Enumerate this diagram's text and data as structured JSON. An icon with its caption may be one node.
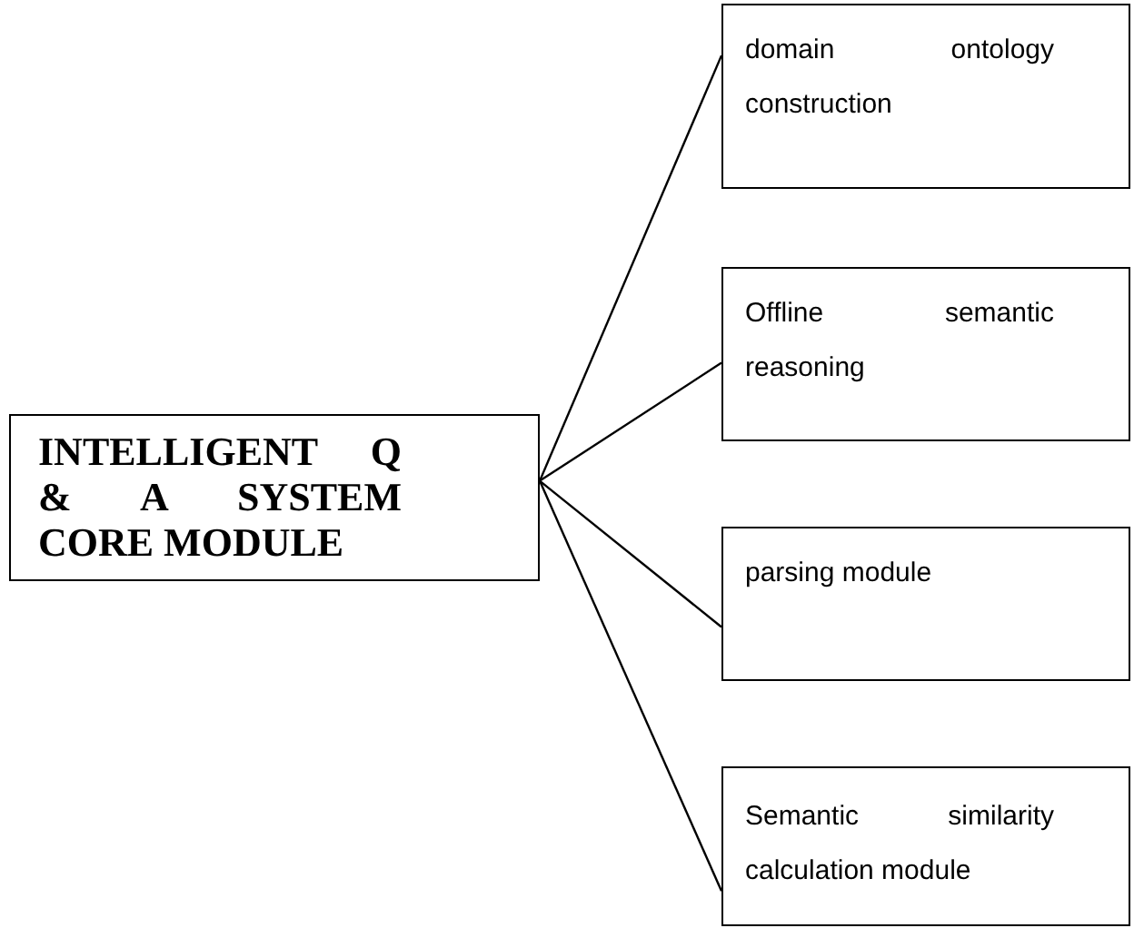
{
  "diagram": {
    "nodes": [
      {
        "text": [
          "INTELLIGENT Q & A SYSTEM CORE MODULE"
        ]
      },
      {
        "text": [
          "domain ontology construction"
        ]
      },
      {
        "text": [
          "Offline semantic reasoning"
        ]
      },
      {
        "text": [
          "parsing module"
        ]
      },
      {
        "text": [
          "Semantic similarity calculation module"
        ]
      }
    ],
    "edges": [
      {
        "from": 0,
        "to": 1,
        "arrow": "none"
      },
      {
        "from": 0,
        "to": 2,
        "arrow": "none"
      },
      {
        "from": 0,
        "to": 3,
        "arrow": "none"
      },
      {
        "from": 0,
        "to": 4,
        "arrow": "none"
      }
    ]
  }
}
